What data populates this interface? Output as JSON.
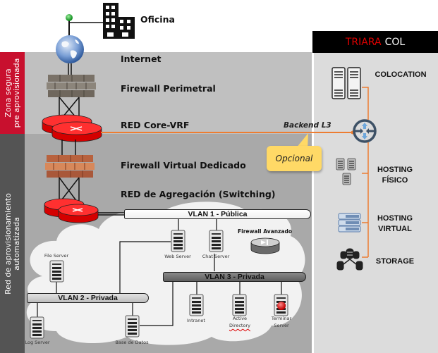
{
  "office": {
    "label": "Oficina"
  },
  "zones": {
    "secure": {
      "label_line1": "Zona segura",
      "label_line2": "pre aprovisionada",
      "color": "#c8102e"
    },
    "automated": {
      "label_line1": "Red  de aprovisionamiento",
      "label_line2": "automatizada",
      "color": "#545454"
    }
  },
  "layers": {
    "internet": "Internet",
    "firewall_perimetral": "Firewall Perimetral",
    "core": "RED Core-VRF",
    "firewall_virtual": "Firewall Virtual Dedicado",
    "aggregation": "RED de Agregación (Switching)"
  },
  "backend": {
    "label": "Backend L3",
    "callout": "Opcional",
    "line_color": "#ed7d31"
  },
  "cloud": {
    "vlans": [
      {
        "label": "VLAN 1 - Pública"
      },
      {
        "label": "VLAN 2 - Privada"
      },
      {
        "label": "VLAN 3 - Privada"
      }
    ],
    "firewall_avanzado": "Firewall  Avanzado",
    "servers": [
      {
        "name": "File Server"
      },
      {
        "name": "Log Server"
      },
      {
        "name": "Base de Datos"
      },
      {
        "name": "Web Server"
      },
      {
        "name": "Chat  Server"
      },
      {
        "name": "Intranet"
      },
      {
        "name": "Active",
        "name2": "Directory"
      },
      {
        "name": "Terminar",
        "name2": "Server"
      }
    ]
  },
  "triara": {
    "brand_red": "TRIARA",
    "brand_white": "COL",
    "services": [
      {
        "label": "COLOCATION"
      },
      {
        "label": "HOSTING",
        "label2": "FÍSICO"
      },
      {
        "label": "HOSTING",
        "label2": "VIRTUAL"
      },
      {
        "label": "STORAGE"
      }
    ]
  }
}
